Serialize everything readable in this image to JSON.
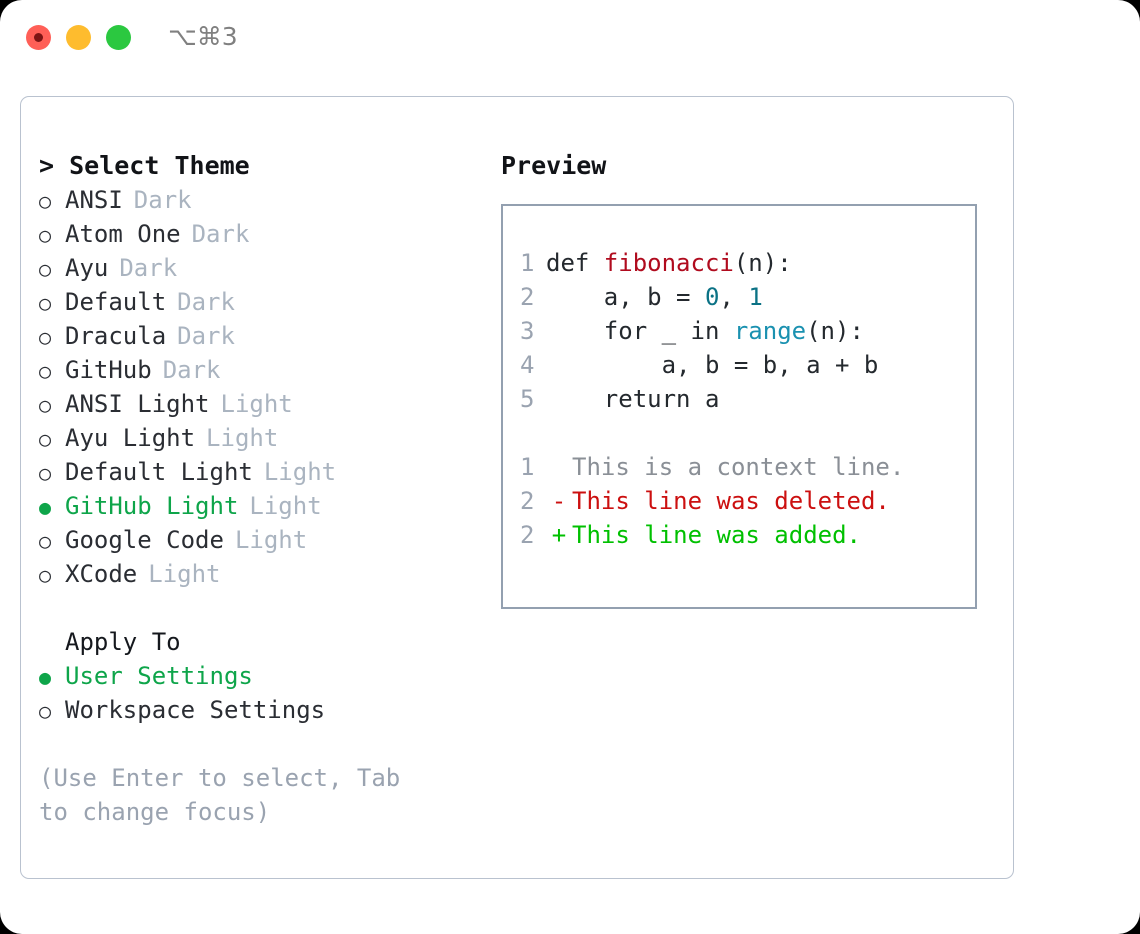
{
  "titlebar": {
    "shortcut": "⌥⌘3",
    "dots": [
      {
        "name": "close",
        "color": "#ff5f57"
      },
      {
        "name": "minimize",
        "color": "#febc2e"
      },
      {
        "name": "maximize",
        "color": "#2bc840"
      }
    ]
  },
  "theme_picker": {
    "heading": "> Select Theme",
    "bullet_unselected": "○",
    "bullet_selected": "●",
    "selected_color": "#0ea54a",
    "items": [
      {
        "label": "ANSI",
        "variant": "Dark",
        "selected": false
      },
      {
        "label": "Atom One",
        "variant": "Dark",
        "selected": false
      },
      {
        "label": "Ayu",
        "variant": "Dark",
        "selected": false
      },
      {
        "label": "Default",
        "variant": "Dark",
        "selected": false
      },
      {
        "label": "Dracula",
        "variant": "Dark",
        "selected": false
      },
      {
        "label": "GitHub",
        "variant": "Dark",
        "selected": false
      },
      {
        "label": "ANSI Light",
        "variant": "Light",
        "selected": false
      },
      {
        "label": "Ayu Light",
        "variant": "Light",
        "selected": false
      },
      {
        "label": "Default Light",
        "variant": "Light",
        "selected": false
      },
      {
        "label": "GitHub Light",
        "variant": "Light",
        "selected": true
      },
      {
        "label": "Google Code",
        "variant": "Light",
        "selected": false
      },
      {
        "label": "XCode",
        "variant": "Light",
        "selected": false
      }
    ]
  },
  "apply_to": {
    "heading": "Apply To",
    "items": [
      {
        "label": "User Settings",
        "selected": true
      },
      {
        "label": "Workspace Settings",
        "selected": false
      }
    ]
  },
  "hint": "(Use Enter to select, Tab to change focus)",
  "preview": {
    "title": "Preview",
    "code_lines": [
      {
        "number": "1",
        "tokens": [
          {
            "text": "def ",
            "type": "kw"
          },
          {
            "text": "fibonacci",
            "type": "fn"
          },
          {
            "text": "(n):",
            "type": "plain"
          }
        ]
      },
      {
        "number": "2",
        "tokens": [
          {
            "text": "    a, b = ",
            "type": "plain"
          },
          {
            "text": "0",
            "type": "num"
          },
          {
            "text": ", ",
            "type": "plain"
          },
          {
            "text": "1",
            "type": "num"
          }
        ]
      },
      {
        "number": "3",
        "tokens": [
          {
            "text": "    for _ in ",
            "type": "kw"
          },
          {
            "text": "range",
            "type": "call"
          },
          {
            "text": "(n):",
            "type": "plain"
          }
        ]
      },
      {
        "number": "4",
        "tokens": [
          {
            "text": "        a, b = b, a + b",
            "type": "plain"
          }
        ]
      },
      {
        "number": "5",
        "tokens": [
          {
            "text": "    return a",
            "type": "kw"
          }
        ]
      }
    ],
    "diff_lines": [
      {
        "number": "1",
        "mark": " ",
        "text": "This is a context line.",
        "kind": "context"
      },
      {
        "number": "2",
        "mark": "-",
        "text": "This line was deleted.",
        "kind": "deleted"
      },
      {
        "number": "2",
        "mark": "+",
        "text": "This line was added.",
        "kind": "added"
      }
    ],
    "colors": {
      "function": "#b00b1e",
      "number": "#0b7285",
      "builtin": "#1a91b0",
      "context": "#8a8f96",
      "deleted": "#cc1010",
      "added": "#00c000",
      "line_number": "#9aa3b0"
    }
  }
}
